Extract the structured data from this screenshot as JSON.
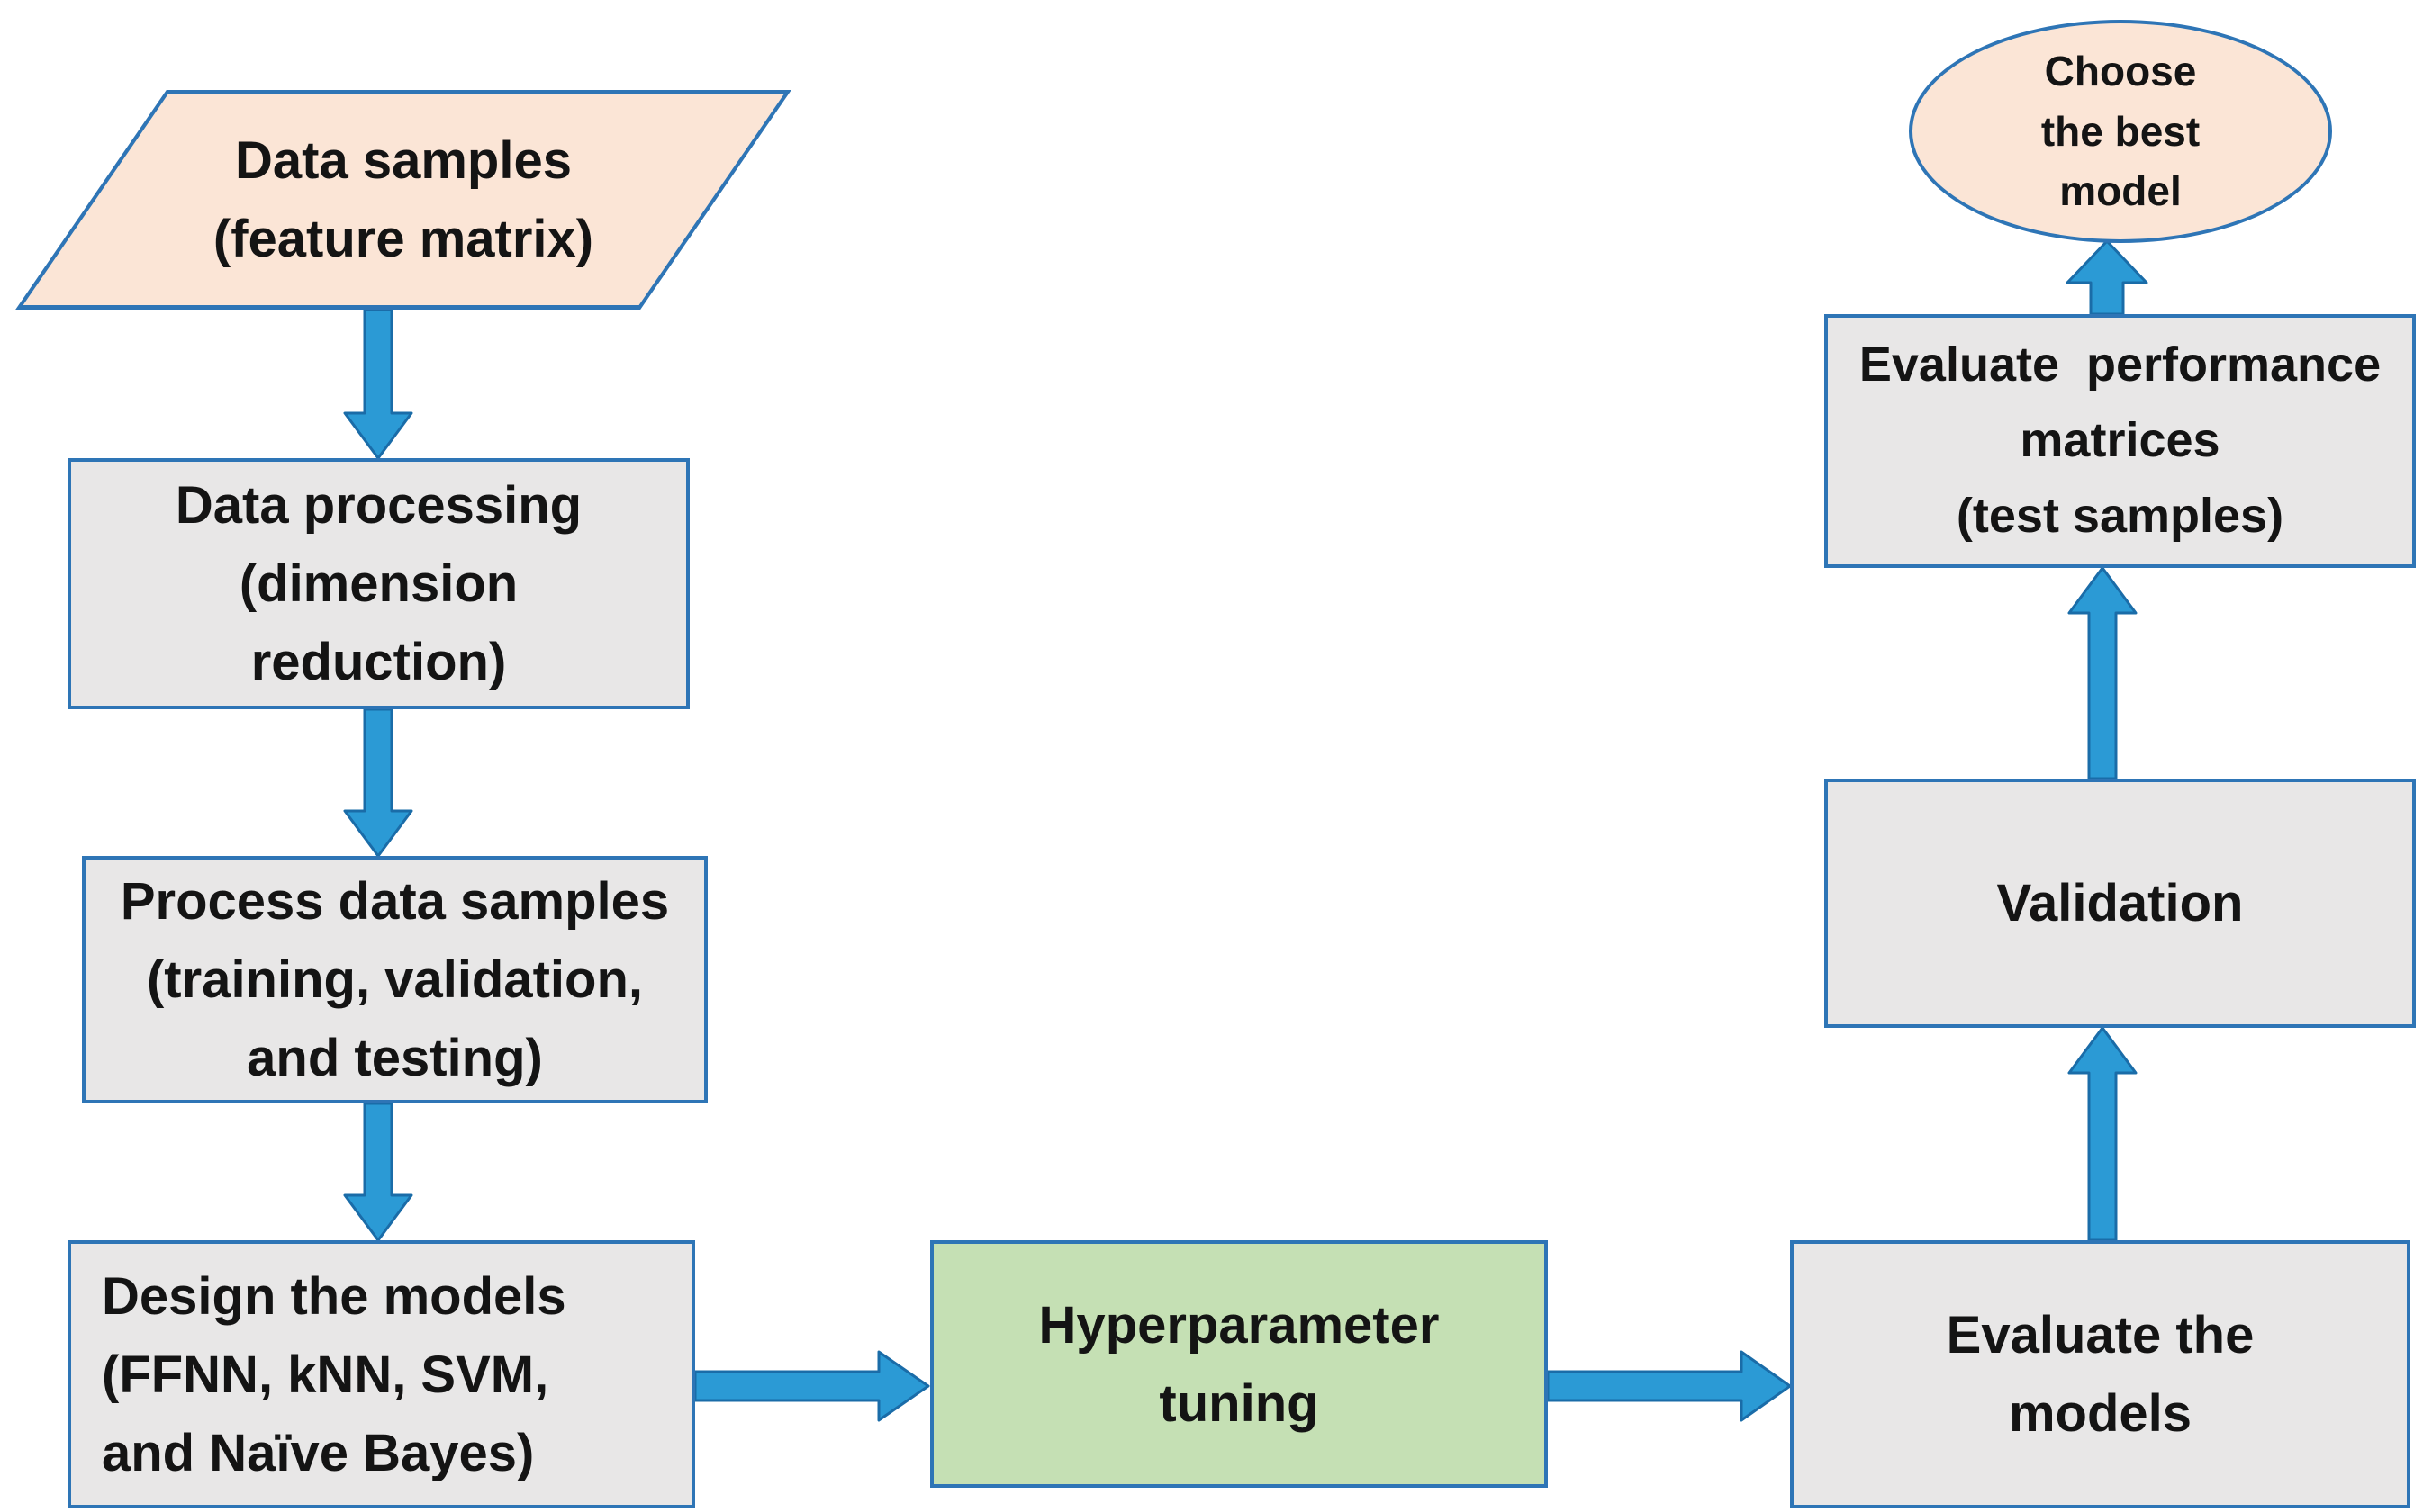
{
  "diagram": {
    "type": "flowchart",
    "colors": {
      "peach_fill": "#FBE5D6",
      "gray_fill": "#E8E7E7",
      "green_fill": "#C5E0B4",
      "border_blue": "#2E75B6",
      "arrow_blue": "#2B9AD5",
      "text": "#141414"
    },
    "nodes": {
      "data_samples": {
        "shape": "parallelogram",
        "lines": [
          "Data samples",
          "(feature matrix)"
        ]
      },
      "data_processing": {
        "shape": "rectangle",
        "lines": [
          "Data processing",
          "(dimension",
          "reduction)"
        ]
      },
      "process_data_samples": {
        "shape": "rectangle",
        "lines": [
          "Process data samples",
          "(training, validation,",
          "and testing)"
        ]
      },
      "design_models": {
        "shape": "rectangle",
        "lines": [
          "Design the models",
          "(FFNN, kNN, SVM,",
          "and Naïve Bayes)"
        ]
      },
      "hyperparameter_tuning": {
        "shape": "rectangle",
        "lines": [
          "Hyperparameter",
          "tuning"
        ]
      },
      "evaluate_models": {
        "shape": "rectangle",
        "lines": [
          "Evaluate the",
          "models"
        ]
      },
      "validation": {
        "shape": "rectangle",
        "lines": [
          "Validation"
        ]
      },
      "evaluate_performance": {
        "shape": "rectangle",
        "lines": [
          "Evaluate  performance",
          "matrices",
          "(test samples)"
        ]
      },
      "choose_best_model": {
        "shape": "ellipse",
        "lines": [
          "Choose",
          "the best",
          "model"
        ]
      }
    },
    "edges": [
      {
        "from": "data_samples",
        "to": "data_processing",
        "direction": "down"
      },
      {
        "from": "data_processing",
        "to": "process_data_samples",
        "direction": "down"
      },
      {
        "from": "process_data_samples",
        "to": "design_models",
        "direction": "down"
      },
      {
        "from": "design_models",
        "to": "hyperparameter_tuning",
        "direction": "right"
      },
      {
        "from": "hyperparameter_tuning",
        "to": "evaluate_models",
        "direction": "right"
      },
      {
        "from": "evaluate_models",
        "to": "validation",
        "direction": "up"
      },
      {
        "from": "validation",
        "to": "evaluate_performance",
        "direction": "up"
      },
      {
        "from": "evaluate_performance",
        "to": "choose_best_model",
        "direction": "up"
      }
    ]
  }
}
